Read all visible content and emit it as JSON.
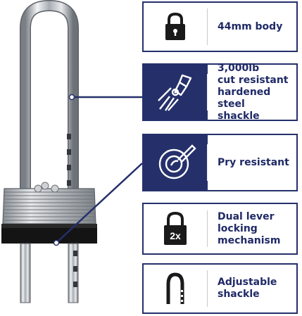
{
  "features": [
    {
      "icon": "padlock-icon",
      "label": "44mm body"
    },
    {
      "icon": "bolt-cutter-icon",
      "label": "3,000lb\ncut resistant\nhardened steel\nshackle"
    },
    {
      "icon": "pry-tool-icon",
      "label": "Pry resistant"
    },
    {
      "icon": "padlock-2x-icon",
      "label": "Dual lever\nlocking\nmechanism",
      "badge": "2x"
    },
    {
      "icon": "shackle-icon",
      "label": "Adjustable\nshackle"
    }
  ],
  "colors": {
    "navy": "#25306b",
    "text": "#1f2a66",
    "divider": "#c7c9d3"
  }
}
